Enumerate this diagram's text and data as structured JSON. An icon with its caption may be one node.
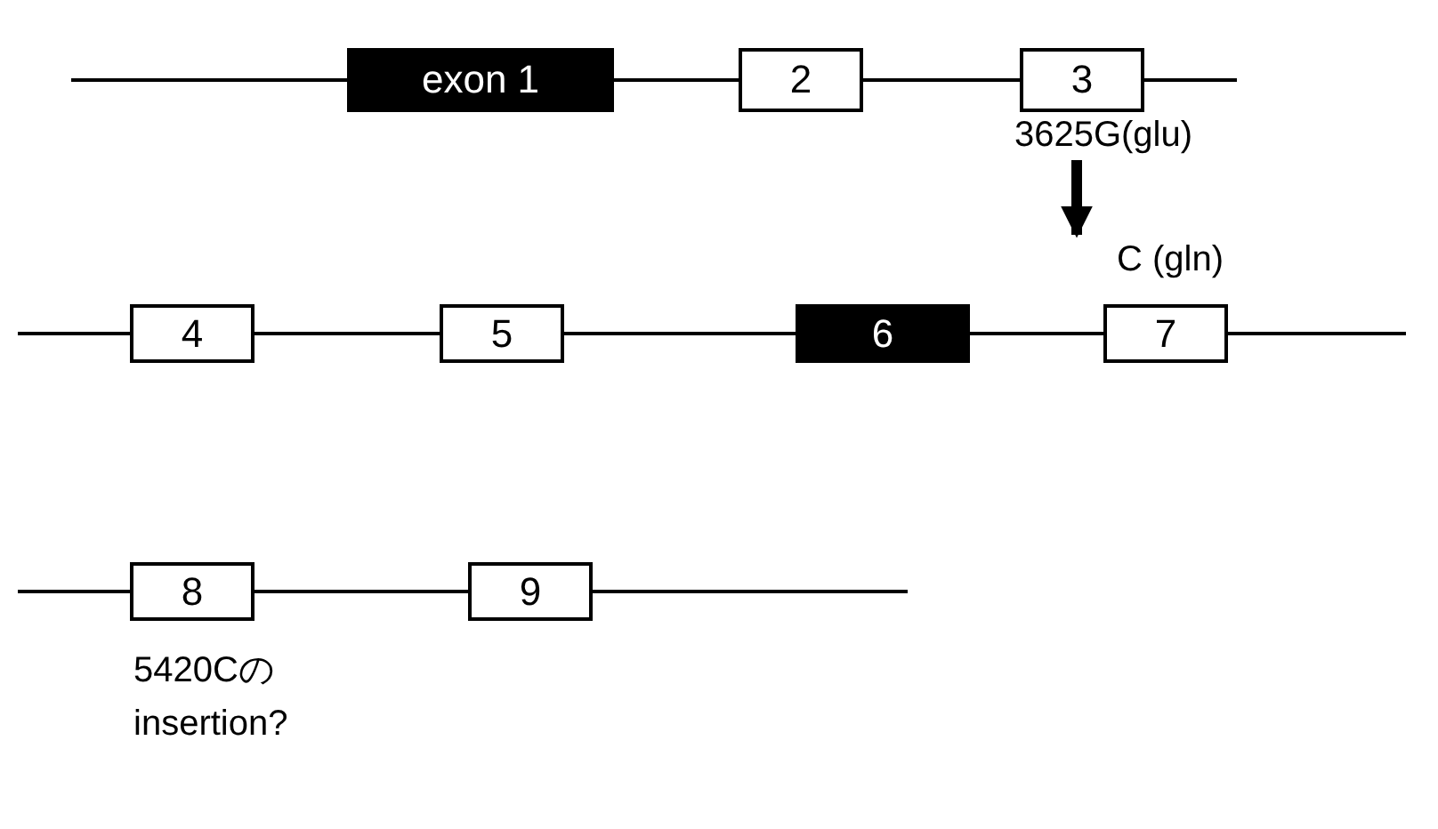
{
  "diagram": {
    "nodes": [
      {
        "text": [
          "exon 1"
        ]
      },
      {
        "text": [
          "2"
        ]
      },
      {
        "text": [
          "3"
        ]
      },
      {
        "text": [
          "3625G(glu)"
        ]
      },
      {
        "text": [
          "C (gln)"
        ]
      },
      {
        "text": [
          "4"
        ]
      },
      {
        "text": [
          "5"
        ]
      },
      {
        "text": [
          "6"
        ]
      },
      {
        "text": [
          "7"
        ]
      },
      {
        "text": [
          "8"
        ],
        "beside": [
          "5420Cの insertion?"
        ]
      },
      {
        "text": [
          "9"
        ]
      }
    ],
    "edges": [
      {
        "from": null,
        "to": 0,
        "arrow": "none"
      },
      {
        "from": 0,
        "to": 1,
        "arrow": "none"
      },
      {
        "from": 1,
        "to": 2,
        "arrow": "none"
      },
      {
        "from": 2,
        "to": null,
        "arrow": "none"
      },
      {
        "from": 3,
        "to": 4,
        "arrow": "to",
        "style": "thick"
      },
      {
        "from": null,
        "to": 5,
        "arrow": "none"
      },
      {
        "from": 5,
        "to": 6,
        "arrow": "none"
      },
      {
        "from": 6,
        "to": 7,
        "arrow": "none"
      },
      {
        "from": 7,
        "to": 8,
        "arrow": "none"
      },
      {
        "from": 8,
        "to": null,
        "arrow": "none"
      },
      {
        "from": null,
        "to": 9,
        "arrow": "none"
      },
      {
        "from": 9,
        "to": 10,
        "arrow": "none"
      },
      {
        "from": 10,
        "to": null,
        "arrow": "none"
      }
    ]
  }
}
